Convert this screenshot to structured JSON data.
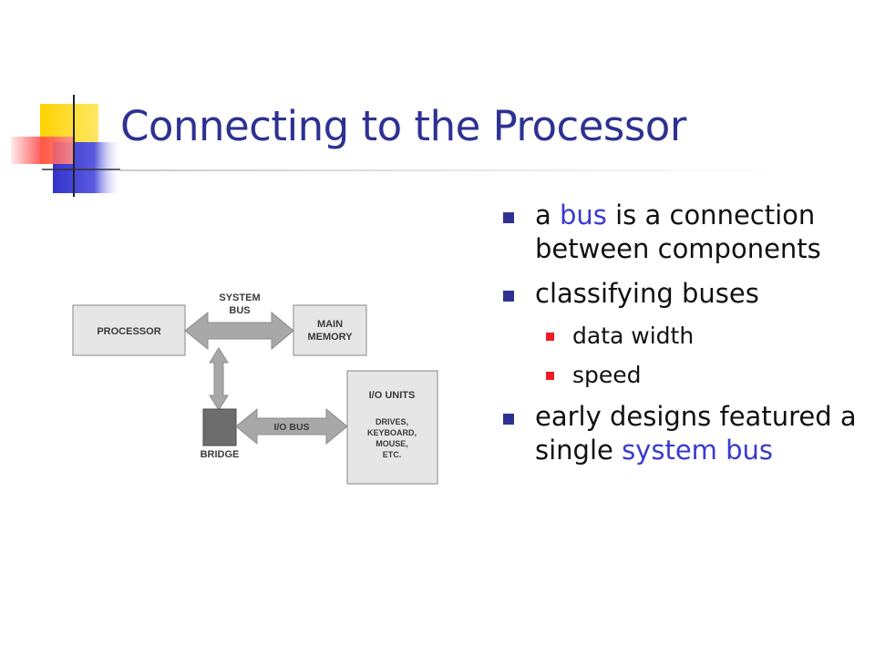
{
  "slide": {
    "title": "Connecting to the Processor"
  },
  "colors": {
    "title": "#2e3192",
    "highlight": "#3a3ad0",
    "bullet_level1": "#2e3192",
    "bullet_level2": "#ee1c24",
    "diagram_box_fill": "#e6e6e6",
    "diagram_arrow_fill": "#a8a8a8",
    "bridge_fill": "#6d6d6d",
    "decoration_yellow": "#ffd200",
    "decoration_blue": "#3333cc",
    "decoration_red": "#ff4b4b"
  },
  "diagram": {
    "processor": "PROCESSOR",
    "system_bus": [
      "SYSTEM",
      "BUS"
    ],
    "main_memory": [
      "MAIN",
      "MEMORY"
    ],
    "io_units_title": "I/O UNITS",
    "io_units_items": [
      "DRIVES,",
      "KEYBOARD,",
      "MOUSE,",
      "ETC."
    ],
    "io_bus": "I/O BUS",
    "bridge": "BRIDGE"
  },
  "bullets": {
    "b1": {
      "pre": "a ",
      "highlight": "bus",
      "post": " is a connection between components"
    },
    "b2": {
      "text": "classifying buses",
      "sub1": "data width",
      "sub2": "speed"
    },
    "b3": {
      "pre": "early designs featured a single ",
      "highlight": "system bus"
    }
  }
}
